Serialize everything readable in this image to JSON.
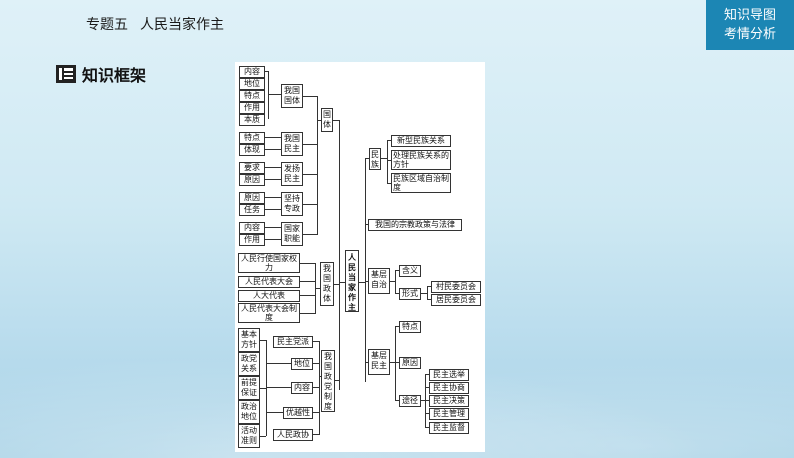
{
  "header": {
    "topic_no": "专题五",
    "topic_title": "人民当家作主"
  },
  "corner": {
    "line1": "知识导图",
    "line2": "考情分析"
  },
  "section": {
    "label": "知识框架"
  },
  "diagram": {
    "root": "人民当家作主",
    "guoti": {
      "label": "国体",
      "wgguoti": "我国国体",
      "wgminzhu": "我国民主",
      "fayang": "发扬民主",
      "jianchi": "坚持专政",
      "guojia": "国家职能",
      "items1": [
        "内容",
        "地位",
        "特点",
        "作用",
        "本质"
      ],
      "items2": [
        "特点",
        "体现"
      ],
      "items3": [
        "要求",
        "原因"
      ],
      "items4": [
        "原因",
        "任务"
      ],
      "items5": [
        "内容",
        "作用"
      ]
    },
    "zhengti": {
      "label": "我国政体",
      "items": [
        "人民行使国家权力",
        "人民代表大会",
        "人大代表",
        "人民代表大会制度"
      ]
    },
    "zhengdang": {
      "label": "我国政党制度",
      "minzhu_party": "民主党派",
      "diwei": "地位",
      "neirong": "内容",
      "youyue": "优越性",
      "zhengxie": "人民政协",
      "left": [
        "基本方针",
        "政党关系",
        "前提保证",
        "政治地位",
        "活动准则"
      ]
    },
    "minzu": {
      "label": "民族",
      "items": [
        "新型民族关系",
        "处理民族关系的方针",
        "民族区域自治制度"
      ]
    },
    "zongjiao": "我国的宗教政策与法律",
    "jiceng": {
      "label": "基层自治",
      "hanyi": "含义",
      "xingshi": "形式",
      "forms": [
        "村民委员会",
        "居民委员会"
      ]
    },
    "jcminzhu": {
      "label": "基层民主",
      "tedian": "特点",
      "yuanyin": "原因",
      "tujing": "途径",
      "ways": [
        "民主选举",
        "民主协商",
        "民主决策",
        "民主管理",
        "民主监督"
      ]
    }
  }
}
